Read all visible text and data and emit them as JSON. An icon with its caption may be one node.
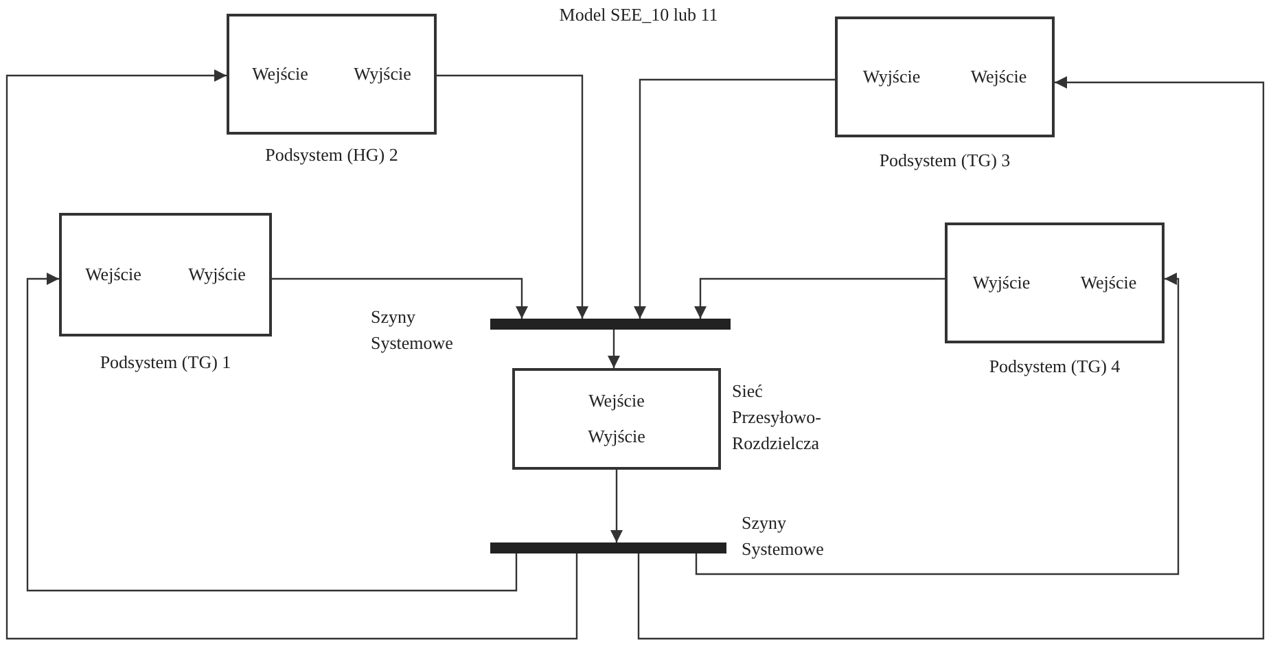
{
  "diagram": {
    "title": "Model SEE_10 lub 11",
    "nodes": [
      {
        "text": [
          "Wejście",
          "Wyjście"
        ],
        "beside": [
          "Podsystem (HG)  2"
        ]
      },
      {
        "text": [
          "Wyjście",
          "Wejście"
        ],
        "beside": [
          "Podsystem (TG)  3"
        ]
      },
      {
        "text": [
          "Wejście",
          "Wyjście"
        ],
        "beside": [
          "Podsystem (TG)  1"
        ]
      },
      {
        "text": [
          "Wyjście",
          "Wejście"
        ],
        "beside": [
          "Podsystem (TG)  4"
        ]
      },
      {
        "text": [],
        "shape": "bar",
        "beside": [
          "Szyny Systemowe"
        ]
      },
      {
        "text": [
          "Wejście",
          "Wyjście"
        ],
        "beside": [
          "Sieć Przesyłowo-Rozdzielcza"
        ]
      },
      {
        "text": [],
        "shape": "bar",
        "beside": [
          "Szyny Systemowe"
        ]
      }
    ],
    "edges": [
      {
        "from": 2,
        "to": 4,
        "arrow": "to"
      },
      {
        "from": 0,
        "to": 4,
        "arrow": "to"
      },
      {
        "from": 1,
        "to": 4,
        "arrow": "to"
      },
      {
        "from": 3,
        "to": 4,
        "arrow": "to"
      },
      {
        "from": 4,
        "to": 5,
        "arrow": "to"
      },
      {
        "from": 5,
        "to": 6,
        "arrow": "to"
      },
      {
        "from": 6,
        "to": 2,
        "arrow": "to"
      },
      {
        "from": 6,
        "to": 0,
        "arrow": "to"
      },
      {
        "from": 6,
        "to": 1,
        "arrow": "to"
      },
      {
        "from": 6,
        "to": 3,
        "arrow": "to"
      }
    ]
  }
}
